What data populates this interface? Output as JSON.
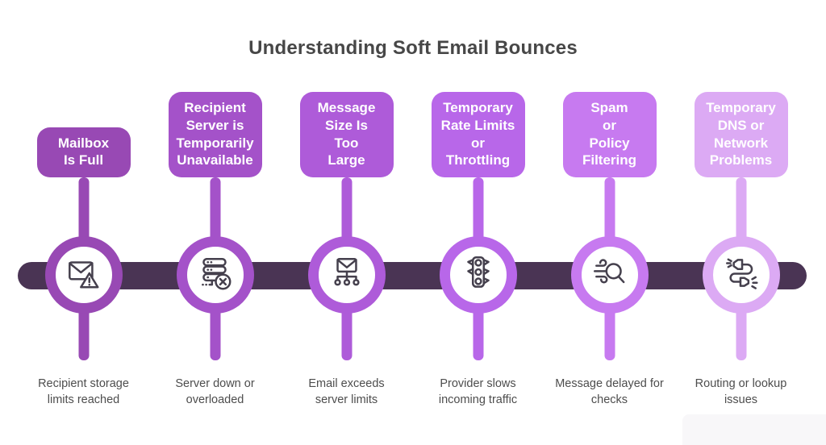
{
  "title": "Understanding Soft Email Bounces",
  "colors": {
    "timeline": "#4a3454",
    "title_text": "#474747",
    "caption_text": "#4d4d4d",
    "label_text": "#ffffff",
    "icon_stroke": "#45404d"
  },
  "items": [
    {
      "label": "Mailbox\nIs Full",
      "caption": "Recipient storage\nlimits reached",
      "color": "#9849b4",
      "icon": "mail-warning-icon"
    },
    {
      "label": "Recipient\nServer is\nTemporarily\nUnavailable",
      "caption": "Server down or\noverloaded",
      "color": "#a452c9",
      "icon": "server-error-icon"
    },
    {
      "label": "Message\nSize Is\nToo\nLarge",
      "caption": "Email exceeds\nserver limits",
      "color": "#ae5bd9",
      "icon": "mail-network-icon"
    },
    {
      "label": "Temporary\nRate Limits\nor\nThrottling",
      "caption": "Provider slows\nincoming traffic",
      "color": "#b867e9",
      "icon": "traffic-light-icon"
    },
    {
      "label": "Spam\nor\nPolicy\nFiltering",
      "caption": "Message delayed for\nchecks",
      "color": "#c77af0",
      "icon": "fast-search-icon"
    },
    {
      "label": "Temporary\nDNS or\nNetwork\nProblems",
      "caption": "Routing or lookup\nissues",
      "color": "#dcaaf4",
      "icon": "cable-icon"
    }
  ]
}
